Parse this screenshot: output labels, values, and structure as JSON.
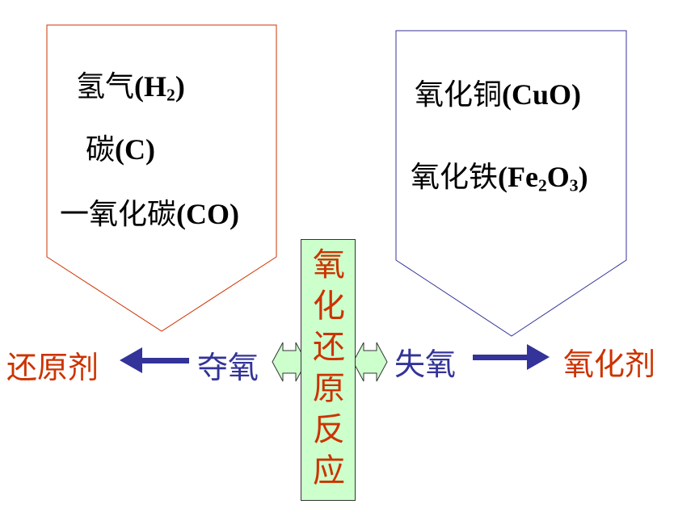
{
  "reductants": {
    "hydrogen": {
      "name": "氢气",
      "formula": "(H",
      "sub": "2",
      "close": ")"
    },
    "carbon": {
      "name": "碳",
      "formula": "(C)"
    },
    "co": {
      "name": "一氧化碳",
      "formula": "(CO)"
    }
  },
  "oxidants": {
    "cuo": {
      "name": "氧化铜",
      "formula": "(CuO)"
    },
    "fe2o3": {
      "name": "氧化铁",
      "formula_a": "(Fe",
      "sub_a": "2",
      "formula_b": "O",
      "sub_b": "3",
      "close": ")"
    }
  },
  "center": {
    "chars": [
      "氧",
      "化",
      "还",
      "原",
      "反",
      "应"
    ]
  },
  "left": {
    "agent": "还原剂",
    "action": "夺氧"
  },
  "right": {
    "action": "失氧",
    "agent": "氧化剂"
  },
  "colors": {
    "red": "#cc3300",
    "blue": "#333399",
    "green_fill": "#ccffcc",
    "left_outline": "#cc3300",
    "right_outline": "#333399"
  }
}
